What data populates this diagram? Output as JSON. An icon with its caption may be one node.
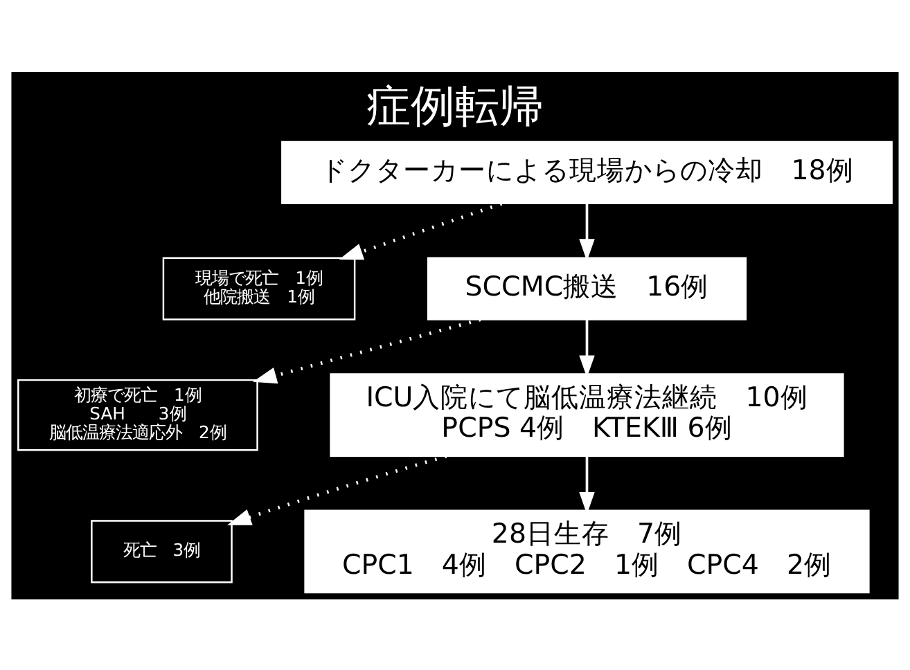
{
  "diagram": {
    "title": "症例転帰",
    "nodes": [
      {
        "text": [
          "ドクターカーによる現場からの冷却　18例"
        ]
      },
      {
        "text": [
          "現場で死亡　1例",
          "他院搬送　1例"
        ]
      },
      {
        "text": [
          "SCCMC搬送　16例"
        ]
      },
      {
        "text": [
          "初療で死亡　1例",
          "SAH　　3例",
          "脳低温療法適応外　2例"
        ]
      },
      {
        "text": [
          "ICU入院にて脳低温療法継続　10例",
          "PCPS 4例　KTEKⅢ 6例"
        ]
      },
      {
        "text": [
          "死亡　3例"
        ]
      },
      {
        "text": [
          "28日生存　7例",
          "CPC1　4例　CPC2　1例　CPC4　2例"
        ]
      }
    ],
    "edges": [
      {
        "from": 0,
        "to": 2,
        "arrow": "to"
      },
      {
        "from": 0,
        "to": 1,
        "arrow": "to",
        "style": "dashed"
      },
      {
        "from": 2,
        "to": 4,
        "arrow": "to"
      },
      {
        "from": 2,
        "to": 3,
        "arrow": "to",
        "style": "dashed"
      },
      {
        "from": 4,
        "to": 6,
        "arrow": "to"
      },
      {
        "from": 4,
        "to": 5,
        "arrow": "to",
        "style": "dashed"
      }
    ]
  }
}
